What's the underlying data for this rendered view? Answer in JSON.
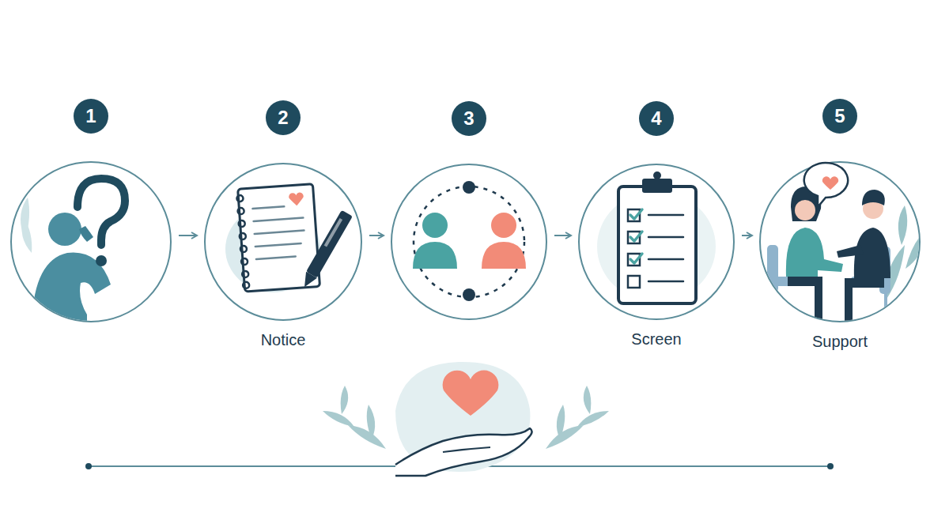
{
  "diagram": {
    "nodes": [
      {
        "text": [
          "1"
        ]
      },
      {
        "text": [
          "2",
          "Notice"
        ]
      },
      {
        "text": [
          "3"
        ]
      },
      {
        "text": [
          "4",
          "Screen"
        ]
      },
      {
        "text": [
          "5",
          "Support"
        ]
      }
    ],
    "edges": [
      {
        "from": 0,
        "to": 1,
        "arrow": "to"
      },
      {
        "from": 1,
        "to": 2,
        "arrow": "to"
      },
      {
        "from": 2,
        "to": 3,
        "arrow": "to"
      },
      {
        "from": 3,
        "to": 4,
        "arrow": "to"
      }
    ]
  }
}
